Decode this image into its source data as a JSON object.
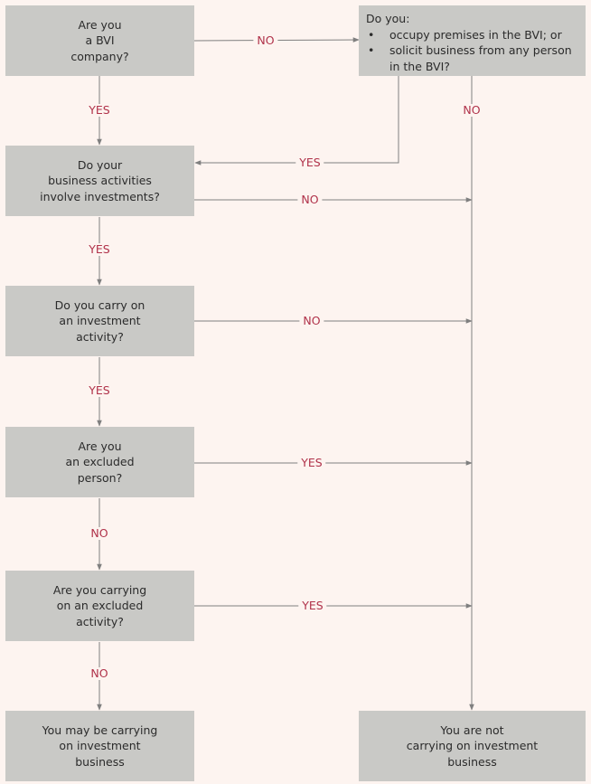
{
  "boxes": {
    "bvi_company": "Are you\na BVI\ncompany?",
    "premises_intro": "Do you:",
    "premises_bullets": [
      "occupy premises in the BVI; or",
      "solicit business from any person\nin the BVI?"
    ],
    "investments": "Do your\nbusiness activities\ninvolve investments?",
    "investment_activity": "Do you carry on\nan investment\nactivity?",
    "excluded_person": "Are you\nan excluded\nperson?",
    "excluded_activity": "Are you carrying\non an excluded\nactivity?",
    "may_be_carrying": "You may be carrying\non investment\nbusiness",
    "not_carrying": "You are not\ncarrying on investment\nbusiness"
  },
  "labels": {
    "q1_no": "NO",
    "q1_yes": "YES",
    "q2_no": "NO",
    "q2_yes": "YES",
    "q3_no": "NO",
    "q3_yes": "YES",
    "q4_no": "NO",
    "q4_yes": "YES",
    "q5_yes": "YES",
    "q5_no": "NO",
    "q6_yes": "YES",
    "q6_no": "NO"
  },
  "colors": {
    "background": "#fdf4f0",
    "box": "#c9c9c6",
    "label": "#b0324a",
    "line": "#7f7f7f"
  }
}
